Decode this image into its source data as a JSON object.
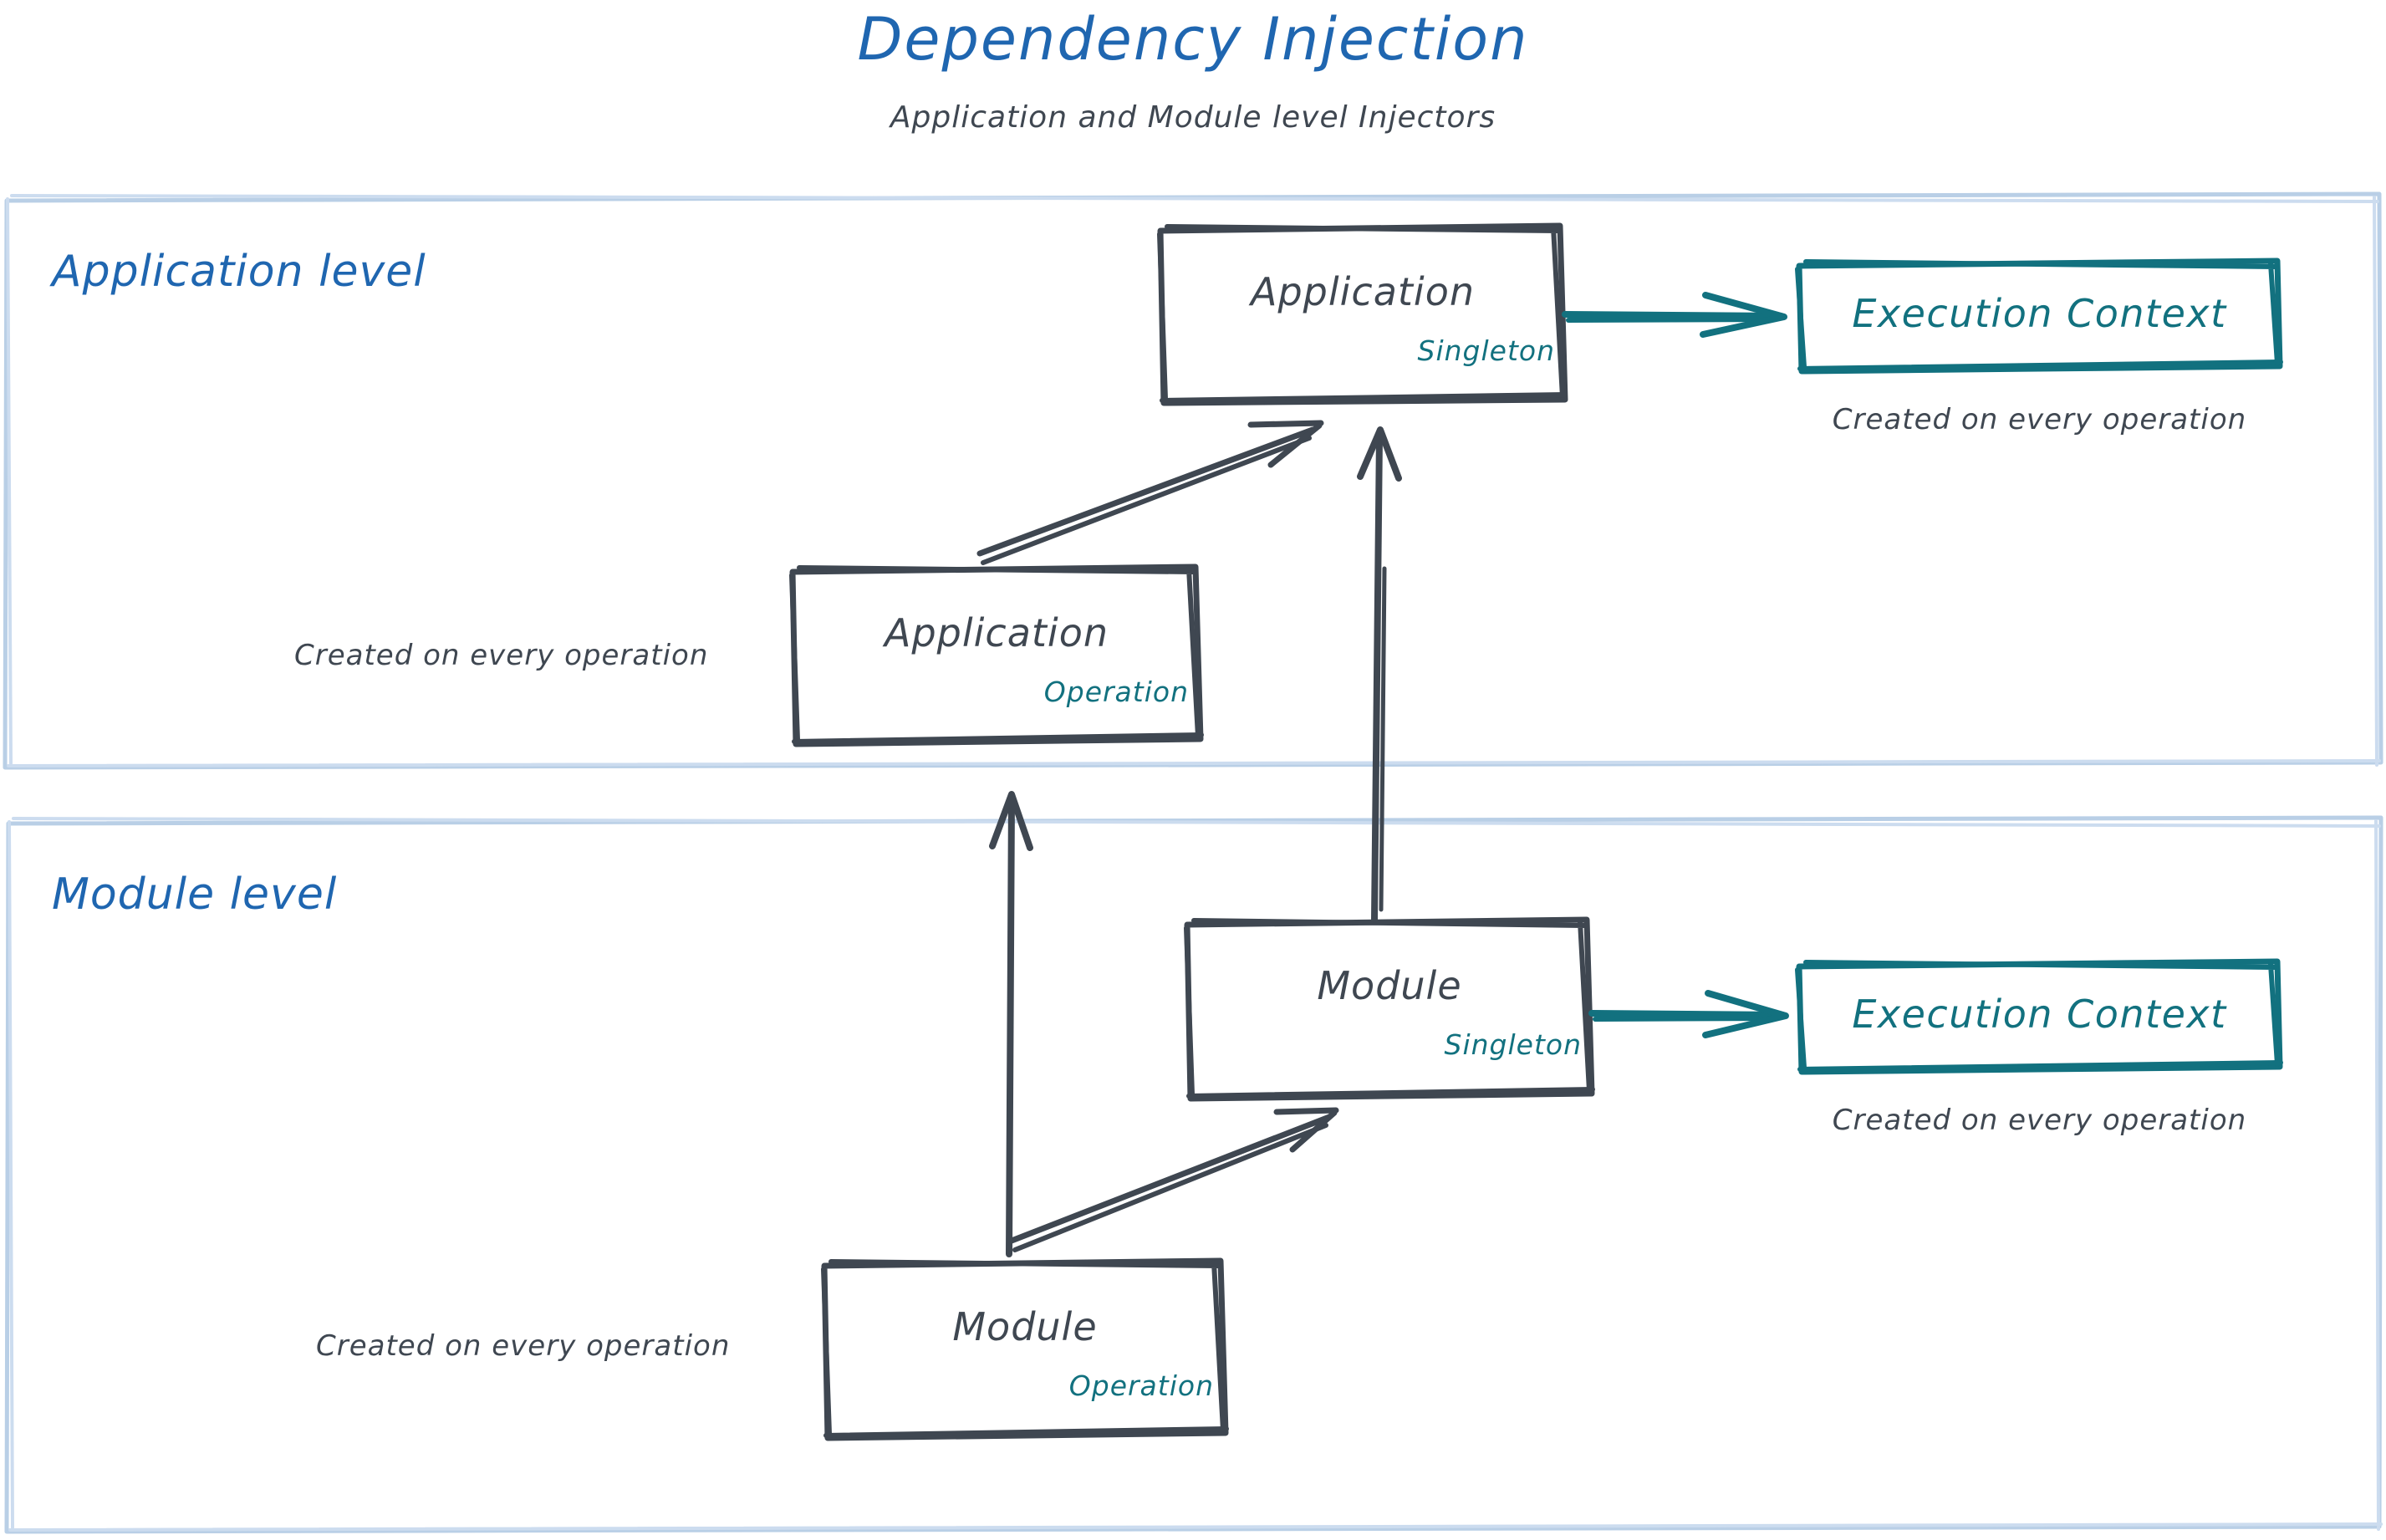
{
  "header": {
    "title": "Dependency Injection",
    "subtitle": "Application and Module level Injectors",
    "title_color": "#1f66b0",
    "subtitle_color": "#3f4751"
  },
  "colors": {
    "accent_blue": "#1f66b0",
    "container_border": "#b9cfe6",
    "node_stroke": "#3f4751",
    "teal": "#12717f",
    "background": "#ffffff"
  },
  "levels": [
    {
      "id": "application-level",
      "label": "Application level"
    },
    {
      "id": "module-level",
      "label": "Module level"
    }
  ],
  "nodes": {
    "application_singleton": {
      "title": "Application",
      "badge": "Singleton"
    },
    "application_operation": {
      "title": "Application",
      "badge": "Operation"
    },
    "module_singleton": {
      "title": "Module",
      "badge": "Singleton"
    },
    "module_operation": {
      "title": "Module",
      "badge": "Operation"
    },
    "execution_context_application": {
      "title": "Execution Context"
    },
    "execution_context_module": {
      "title": "Execution Context"
    }
  },
  "captions": {
    "exec_ctx_application": "Created on every operation",
    "application_operation": "Created on every operation",
    "exec_ctx_module": "Created on every operation",
    "module_operation": "Created on every operation"
  },
  "chart_data": {
    "type": "diagram",
    "title": "Dependency Injection",
    "subtitle": "Application and Module level Injectors",
    "groups": [
      {
        "name": "Application level",
        "nodes": [
          "Application (Singleton)",
          "Execution Context",
          "Application (Operation)"
        ]
      },
      {
        "name": "Module level",
        "nodes": [
          "Module (Singleton)",
          "Execution Context",
          "Module (Operation)"
        ]
      }
    ],
    "edges": [
      {
        "from": "Application (Singleton)",
        "to": "Execution Context (Application level)",
        "style": "teal-arrow"
      },
      {
        "from": "Application (Operation)",
        "to": "Application (Singleton)",
        "style": "dark-arrow"
      },
      {
        "from": "Module (Singleton)",
        "to": "Application (Singleton)",
        "style": "dark-arrow"
      },
      {
        "from": "Module (Singleton)",
        "to": "Execution Context (Module level)",
        "style": "teal-arrow"
      },
      {
        "from": "Module (Operation)",
        "to": "Module (Singleton)",
        "style": "dark-arrow"
      },
      {
        "from": "Module (Operation)",
        "to": "Application (Operation)",
        "style": "dark-arrow"
      }
    ]
  }
}
